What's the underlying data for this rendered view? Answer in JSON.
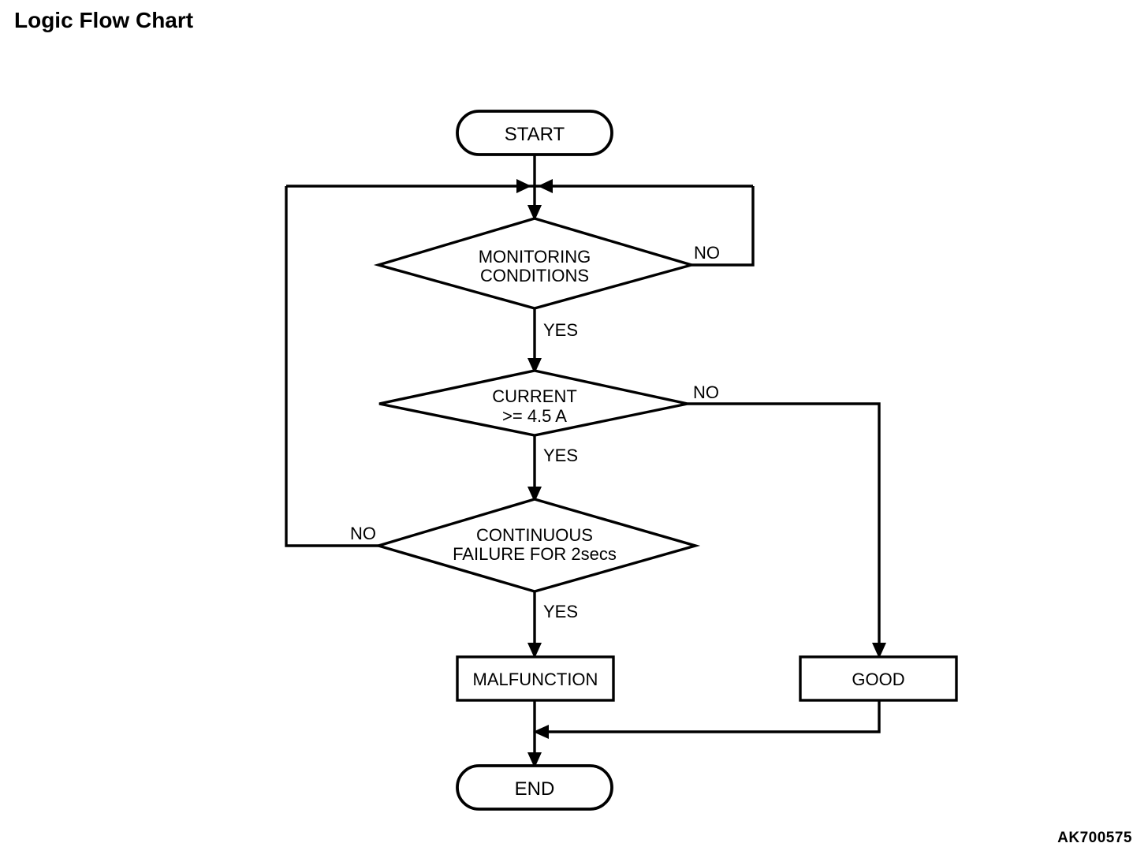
{
  "page": {
    "title": "Logic Flow Chart",
    "watermark": "AK700575",
    "background_color": "#ffffff",
    "line_color": "#000000"
  },
  "chart_data": {
    "type": "diagram",
    "title": "Logic Flow Chart",
    "diagram_kind": "flowchart",
    "orientation": "top-to-bottom",
    "nodes": [
      {
        "id": "start",
        "shape": "terminator",
        "text": "START"
      },
      {
        "id": "monitoring",
        "shape": "decision",
        "text": "MONITORING CONDITIONS",
        "line1": "MONITORING",
        "line2": "CONDITIONS"
      },
      {
        "id": "current",
        "shape": "decision",
        "text": "CURRENT >= 4.5 A",
        "line1": "CURRENT",
        "line2": ">= 4.5 A"
      },
      {
        "id": "continuous",
        "shape": "decision",
        "text": "CONTINUOUS FAILURE FOR 2secs",
        "line1": "CONTINUOUS",
        "line2": "FAILURE FOR 2secs"
      },
      {
        "id": "malfunction",
        "shape": "process",
        "text": "MALFUNCTION"
      },
      {
        "id": "good",
        "shape": "process",
        "text": "GOOD"
      },
      {
        "id": "end",
        "shape": "terminator",
        "text": "END"
      }
    ],
    "edges": [
      {
        "from": "start",
        "to": "monitoring",
        "label": ""
      },
      {
        "from": "monitoring",
        "to": "monitoring",
        "label": "NO",
        "route": "right-loop-back-to-entry"
      },
      {
        "from": "monitoring",
        "to": "current",
        "label": "YES"
      },
      {
        "from": "current",
        "to": "good",
        "label": "NO",
        "route": "right-then-down"
      },
      {
        "from": "current",
        "to": "continuous",
        "label": "YES"
      },
      {
        "from": "continuous",
        "to": "monitoring",
        "label": "NO",
        "route": "left-loop-back-to-entry"
      },
      {
        "from": "continuous",
        "to": "malfunction",
        "label": "YES"
      },
      {
        "from": "malfunction",
        "to": "end",
        "label": ""
      },
      {
        "from": "good",
        "to": "end",
        "label": "",
        "route": "down-then-left"
      }
    ]
  },
  "labels": {
    "start": "START",
    "end": "END",
    "monitoring_line1": "MONITORING",
    "monitoring_line2": "CONDITIONS",
    "current_line1": "CURRENT",
    "current_line2": ">= 4.5 A",
    "continuous_line1": "CONTINUOUS",
    "continuous_line2": "FAILURE FOR 2secs",
    "malfunction": "MALFUNCTION",
    "good": "GOOD",
    "monitoring_no": "NO",
    "monitoring_yes": "YES",
    "current_no": "NO",
    "current_yes": "YES",
    "continuous_no": "NO",
    "continuous_yes": "YES"
  }
}
